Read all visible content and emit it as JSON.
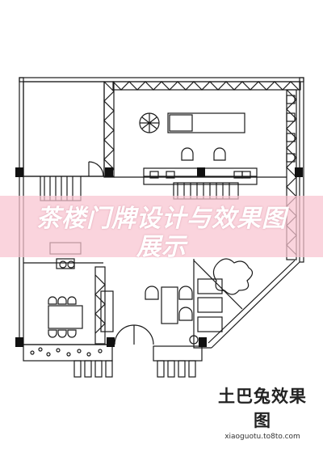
{
  "banner": {
    "line1": "茶楼门牌设计与效果图",
    "line2": "展示"
  },
  "watermark": {
    "title": "土巴兔效果图",
    "url": "xiaoguotu.to8to.com"
  },
  "colors": {
    "line": "#1a1a1a",
    "banner": "#f8c4d0",
    "background": "#ffffff"
  }
}
